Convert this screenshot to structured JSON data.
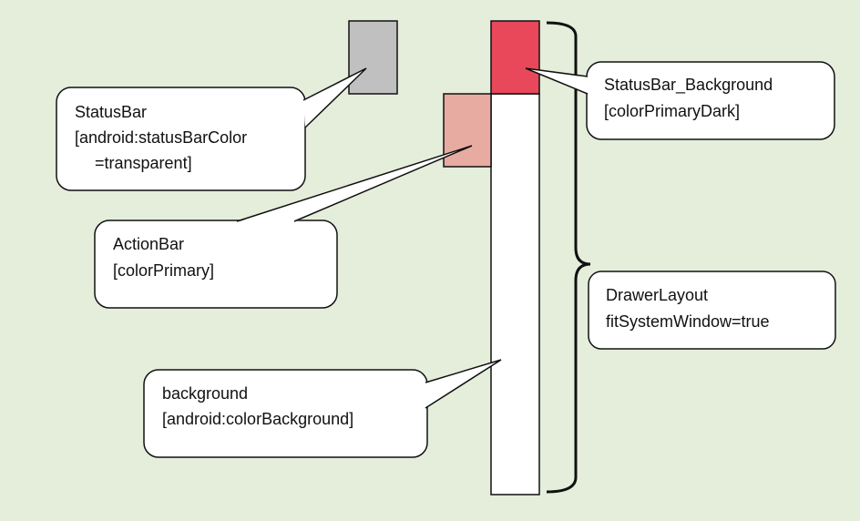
{
  "callouts": {
    "statusbar": {
      "line1": "StatusBar",
      "line2": "[android:statusBarColor",
      "line3": "=transparent]"
    },
    "actionbar": {
      "line1": "ActionBar",
      "line2": "[colorPrimary]"
    },
    "background": {
      "line1": "background",
      "line2": "[android:colorBackground]"
    },
    "statusbar_background": {
      "line1": "StatusBar_Background",
      "line2": "[colorPrimaryDark]"
    },
    "drawerlayout": {
      "line1": "DrawerLayout",
      "line2": "fitSystemWindow=true"
    }
  },
  "colors": {
    "canvas": "#e4eedb",
    "statusbar": "#c0c0c0",
    "actionbar": "#e8aba1",
    "statusbar_background": "#e8485a",
    "content": "#ffffff",
    "stroke": "#111111"
  }
}
